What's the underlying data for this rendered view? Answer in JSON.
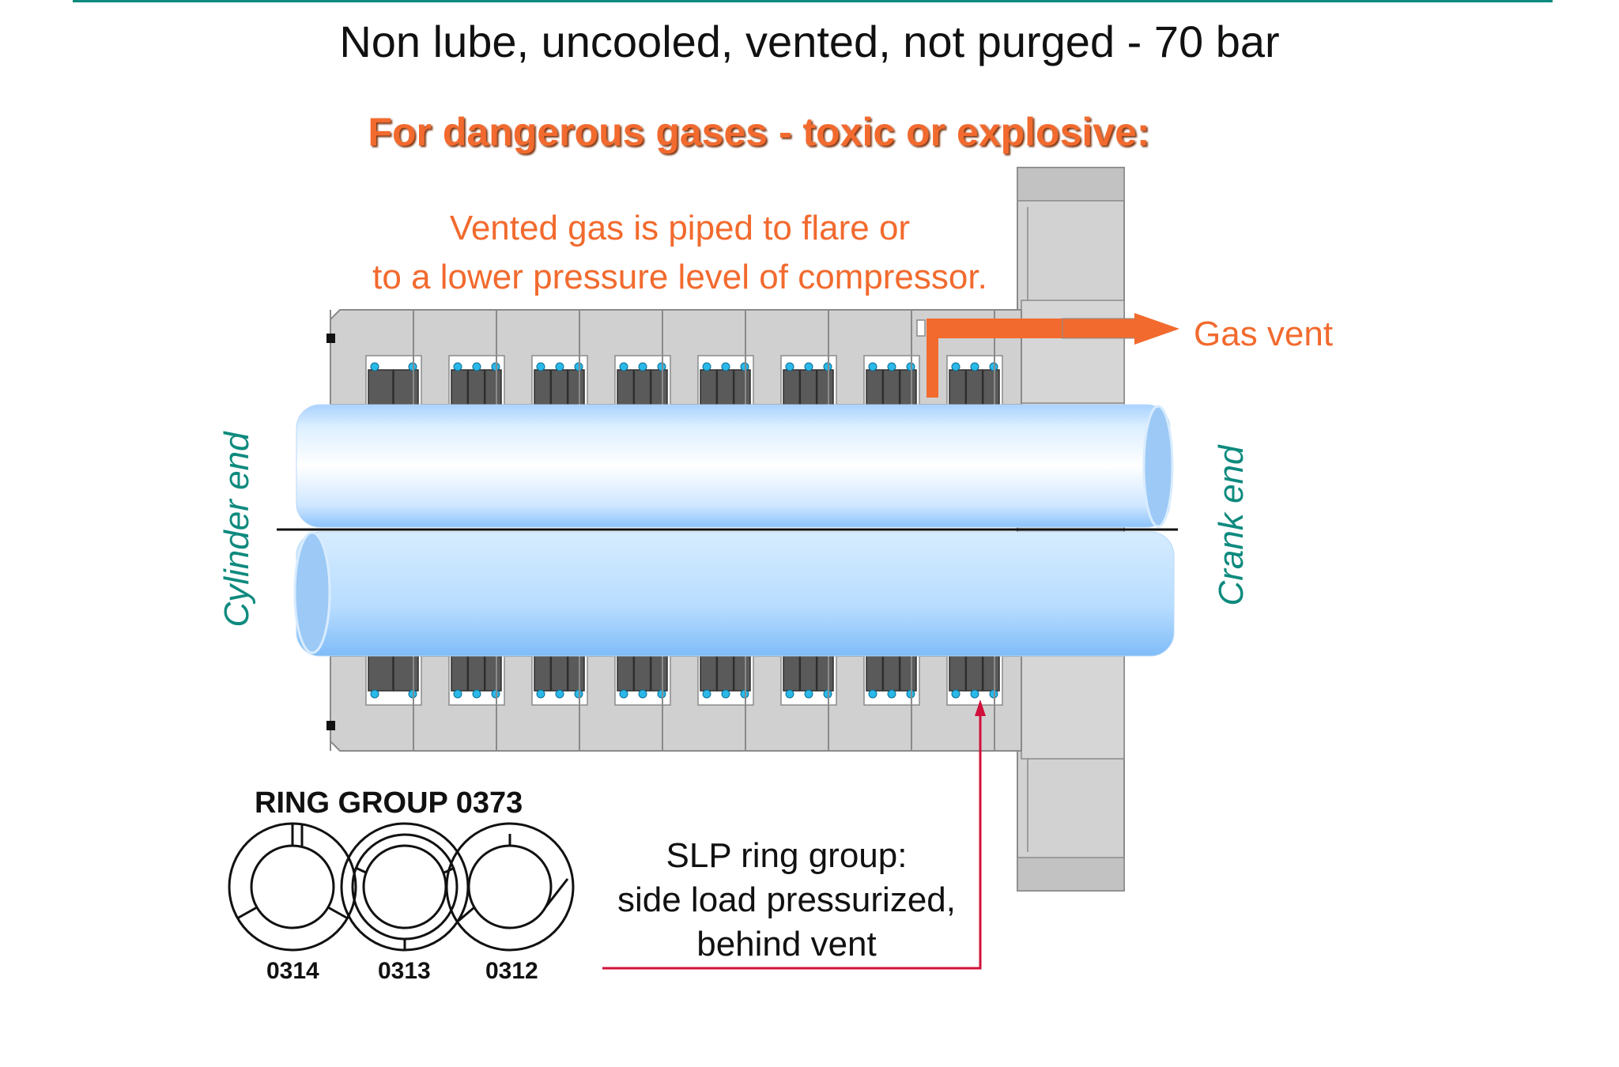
{
  "title": "Non lube, uncooled, vented, not purged  - 70 bar",
  "subtitle": "For dangerous gases - toxic or explosive:",
  "vented_note": {
    "line1": "Vented gas is piped to flare or",
    "line2": "to a lower pressure level of compressor."
  },
  "gas_vent_label": "Gas vent",
  "cylinder_end_label": "Cylinder end",
  "crank_end_label": "Crank end",
  "ring_group": {
    "title": "RING GROUP 0373",
    "labels": [
      "0314",
      "0313",
      "0312"
    ]
  },
  "slp_note": {
    "line1": "SLP ring group:",
    "line2": "side load pressurized,",
    "line3": "behind vent"
  },
  "colors": {
    "accent_orange": "#f26a2e",
    "teal": "#0e8a7e",
    "housing_gray": "#d0d0d0",
    "ring_dark": "#5a5a5a",
    "rod_blue": "#c8e4ff",
    "pointer_red": "#d0103a"
  }
}
